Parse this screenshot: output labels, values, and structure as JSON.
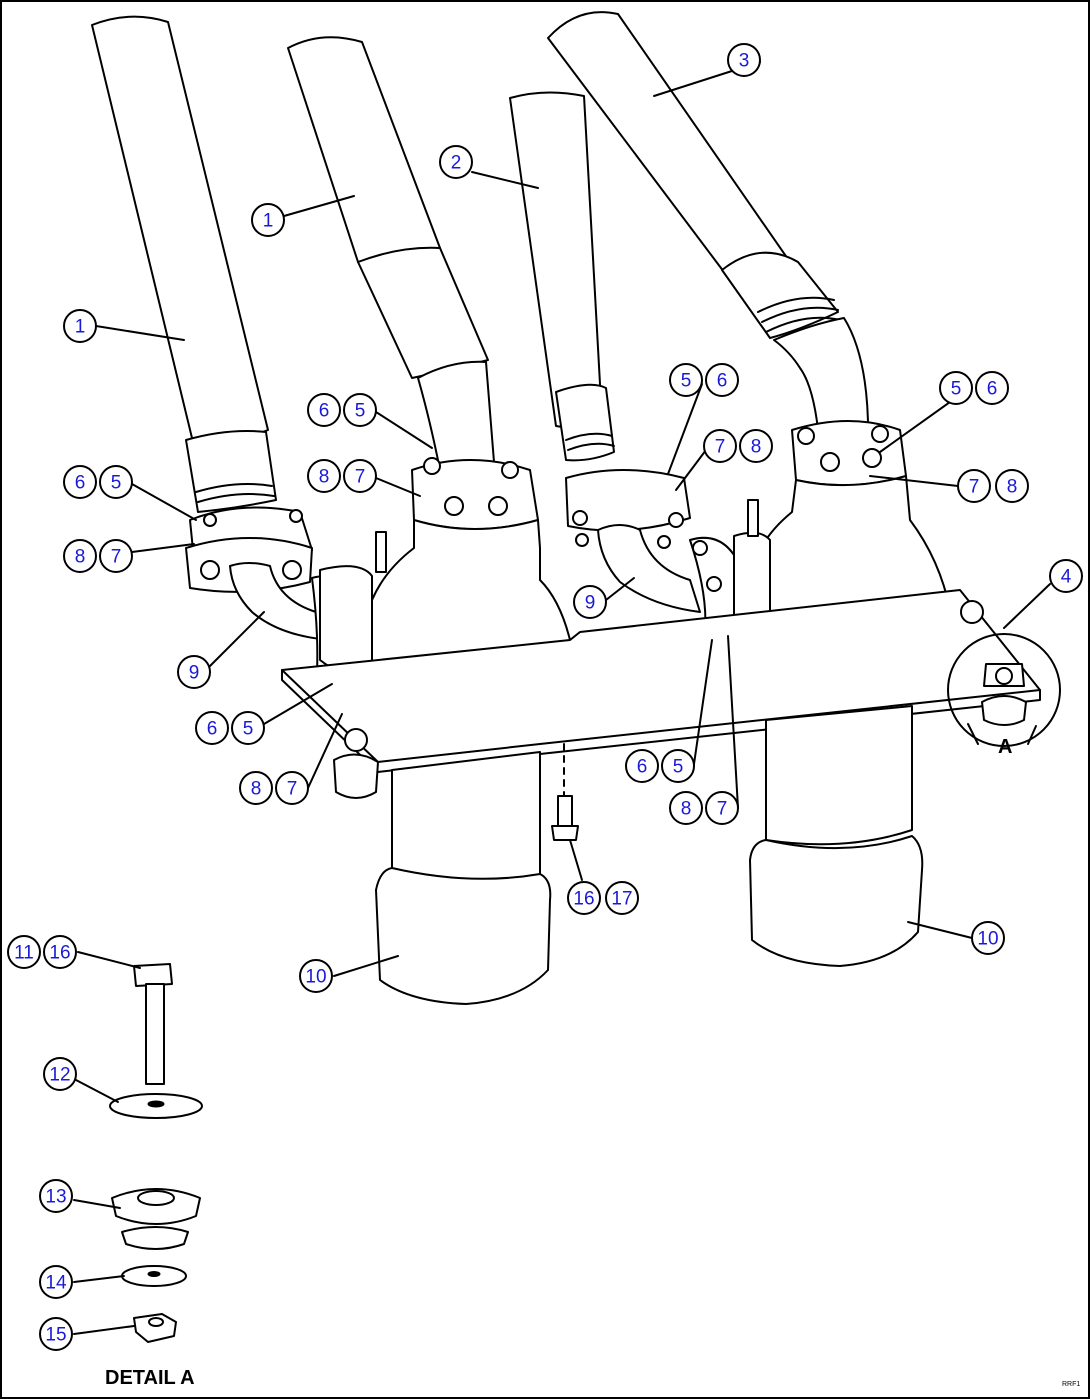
{
  "diagram": {
    "detail_label": "DETAIL A",
    "view_marker": "A",
    "drawing_code": "RRF1",
    "callouts": [
      {
        "id": "c1a",
        "num": "1"
      },
      {
        "id": "c1b",
        "num": "1"
      },
      {
        "id": "c2",
        "num": "2"
      },
      {
        "id": "c3",
        "num": "3"
      },
      {
        "id": "c4",
        "num": "4"
      },
      {
        "id": "c6a",
        "num": "6"
      },
      {
        "id": "c5a",
        "num": "5"
      },
      {
        "id": "c8a",
        "num": "8"
      },
      {
        "id": "c7a",
        "num": "7"
      },
      {
        "id": "c9a",
        "num": "9"
      },
      {
        "id": "c6b",
        "num": "6"
      },
      {
        "id": "c5b",
        "num": "5"
      },
      {
        "id": "c8b",
        "num": "8"
      },
      {
        "id": "c7b",
        "num": "7"
      },
      {
        "id": "c6c",
        "num": "6"
      },
      {
        "id": "c5c",
        "num": "5"
      },
      {
        "id": "c8c",
        "num": "8"
      },
      {
        "id": "c7c",
        "num": "7"
      },
      {
        "id": "c5d",
        "num": "5"
      },
      {
        "id": "c6d",
        "num": "6"
      },
      {
        "id": "c7d",
        "num": "7"
      },
      {
        "id": "c8d",
        "num": "8"
      },
      {
        "id": "c9b",
        "num": "9"
      },
      {
        "id": "c5e",
        "num": "5"
      },
      {
        "id": "c6e",
        "num": "6"
      },
      {
        "id": "c7e",
        "num": "7"
      },
      {
        "id": "c8e",
        "num": "8"
      },
      {
        "id": "c6f",
        "num": "6"
      },
      {
        "id": "c5f",
        "num": "5"
      },
      {
        "id": "c8f",
        "num": "8"
      },
      {
        "id": "c7f",
        "num": "7"
      },
      {
        "id": "c16a",
        "num": "16"
      },
      {
        "id": "c17",
        "num": "17"
      },
      {
        "id": "c10a",
        "num": "10"
      },
      {
        "id": "c10b",
        "num": "10"
      },
      {
        "id": "c11",
        "num": "11"
      },
      {
        "id": "c16b",
        "num": "16"
      },
      {
        "id": "c12",
        "num": "12"
      },
      {
        "id": "c13",
        "num": "13"
      },
      {
        "id": "c14",
        "num": "14"
      },
      {
        "id": "c15",
        "num": "15"
      }
    ]
  }
}
